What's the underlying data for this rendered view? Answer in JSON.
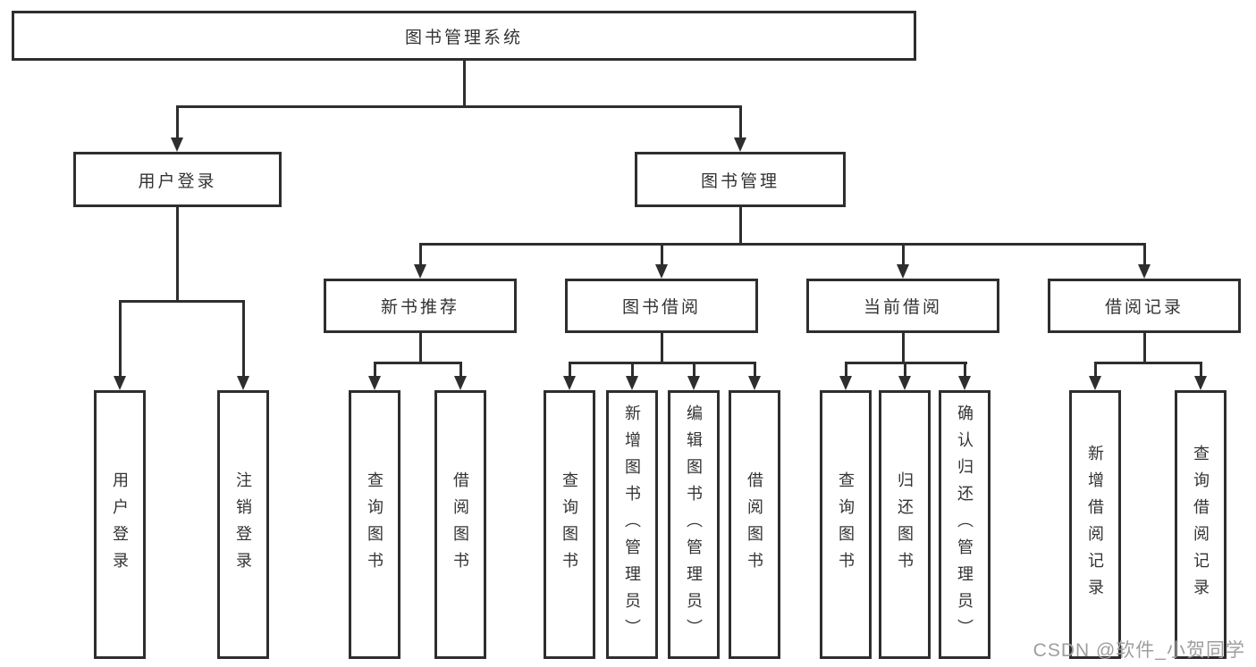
{
  "diagram": {
    "root": {
      "label": "图书管理系统"
    },
    "level2": [
      {
        "label": "用户登录"
      },
      {
        "label": "图书管理"
      }
    ],
    "level3": [
      {
        "label": "新书推荐"
      },
      {
        "label": "图书借阅"
      },
      {
        "label": "当前借阅"
      },
      {
        "label": "借阅记录"
      }
    ],
    "leaves": {
      "user_login": [
        "用户登录",
        "注销登录"
      ],
      "new_book": [
        "查询图书",
        "借阅图书"
      ],
      "book_borrow": [
        "查询图书",
        "新增图书（管理员）",
        "编辑图书（管理员）",
        "借阅图书"
      ],
      "current_borrow": [
        "查询图书",
        "归还图书",
        "确认归还（管理员）"
      ],
      "borrow_record": [
        "新增借阅记录",
        "查询借阅记录"
      ]
    }
  },
  "watermark": {
    "text": "CSDN @软件_小贺同学"
  },
  "colors": {
    "line": "#2e2e2e",
    "text": "#333333",
    "watermark": "#9e9e9e",
    "background": "#ffffff"
  }
}
